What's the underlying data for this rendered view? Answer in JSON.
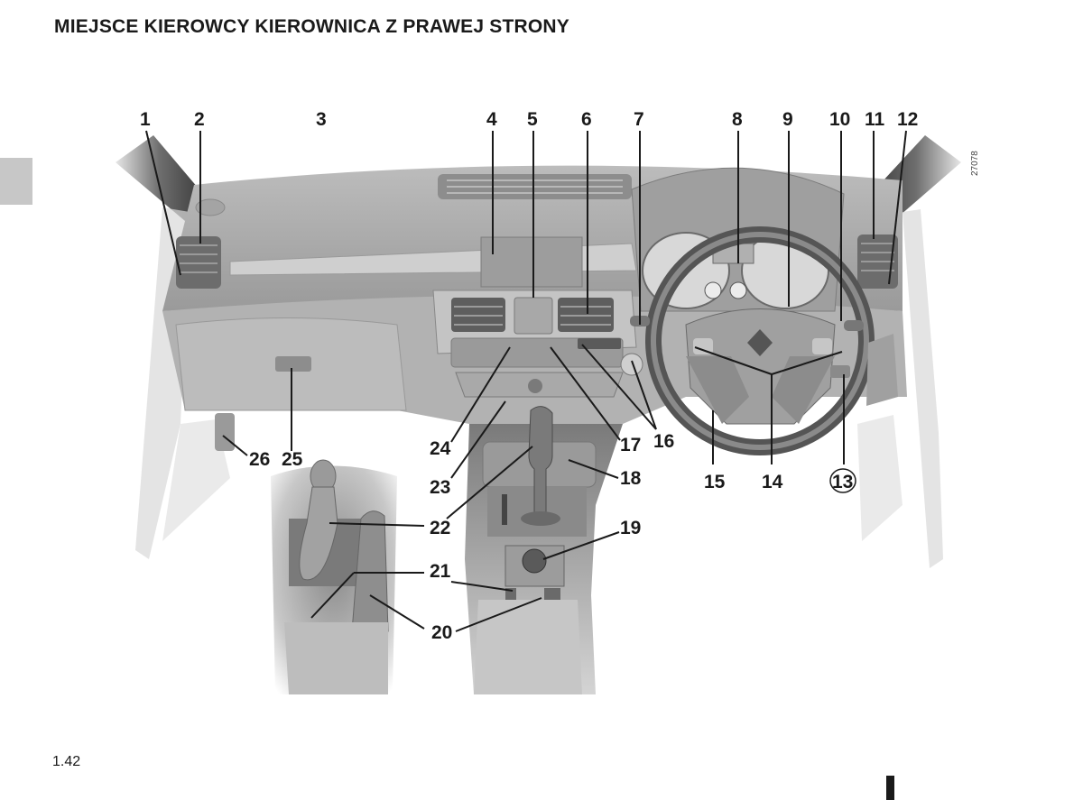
{
  "page": {
    "title": "MIEJSCE KIEROWCY KIEROWNICA Z PRAWEJ STRONY",
    "page_number": "1.42",
    "image_code": "27078"
  },
  "callouts": {
    "c1": "1",
    "c2": "2",
    "c3": "3",
    "c4": "4",
    "c5": "5",
    "c6": "6",
    "c7": "7",
    "c8": "8",
    "c9": "9",
    "c10": "10",
    "c11": "11",
    "c12": "12",
    "c13": "13",
    "c14": "14",
    "c15": "15",
    "c16": "16",
    "c17": "17",
    "c18": "18",
    "c19": "19",
    "c20": "20",
    "c21": "21",
    "c22": "22",
    "c23": "23",
    "c24": "24",
    "c25": "25",
    "c26": "26"
  }
}
